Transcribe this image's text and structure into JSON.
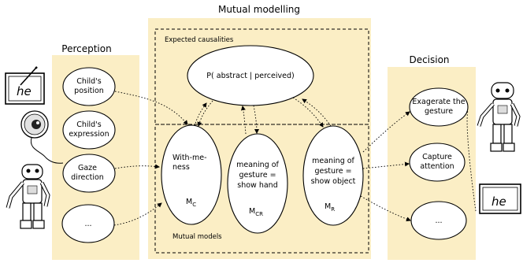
{
  "sections": {
    "mutual_modelling": "Mutual modelling",
    "perception": "Perception",
    "decision": "Decision"
  },
  "expected_causalities": {
    "title": "Expected causalities",
    "node": "P( abstract | perceived)"
  },
  "mutual_models": {
    "title": "Mutual models",
    "models": [
      {
        "lines": [
          "With-me-",
          "ness"
        ],
        "symbol": "M",
        "sub": "C"
      },
      {
        "lines": [
          "meaning of",
          "gesture =",
          "show hand"
        ],
        "symbol": "M",
        "sub": "CR"
      },
      {
        "lines": [
          "meaning of",
          "gesture =",
          "show object"
        ],
        "symbol": "M",
        "sub": "R"
      }
    ]
  },
  "perception_items": [
    {
      "lines": [
        "Child's",
        "position"
      ]
    },
    {
      "lines": [
        "Child's",
        "expression"
      ]
    },
    {
      "lines": [
        "Gaze",
        "direction"
      ]
    },
    {
      "lines": [
        "..."
      ]
    }
  ],
  "decision_items": [
    {
      "lines": [
        "Exagerate the",
        "gesture"
      ]
    },
    {
      "lines": [
        "Capture",
        "attention"
      ]
    },
    {
      "lines": [
        "..."
      ]
    }
  ],
  "tablet_writing": "he",
  "colors": {
    "panel": "#fbeec5",
    "stroke": "#000000",
    "node_fill": "#ffffff"
  },
  "icons": [
    "tablet-icon",
    "eye-camera-icon",
    "robot-icon",
    "robot-icon",
    "tablet-icon"
  ]
}
